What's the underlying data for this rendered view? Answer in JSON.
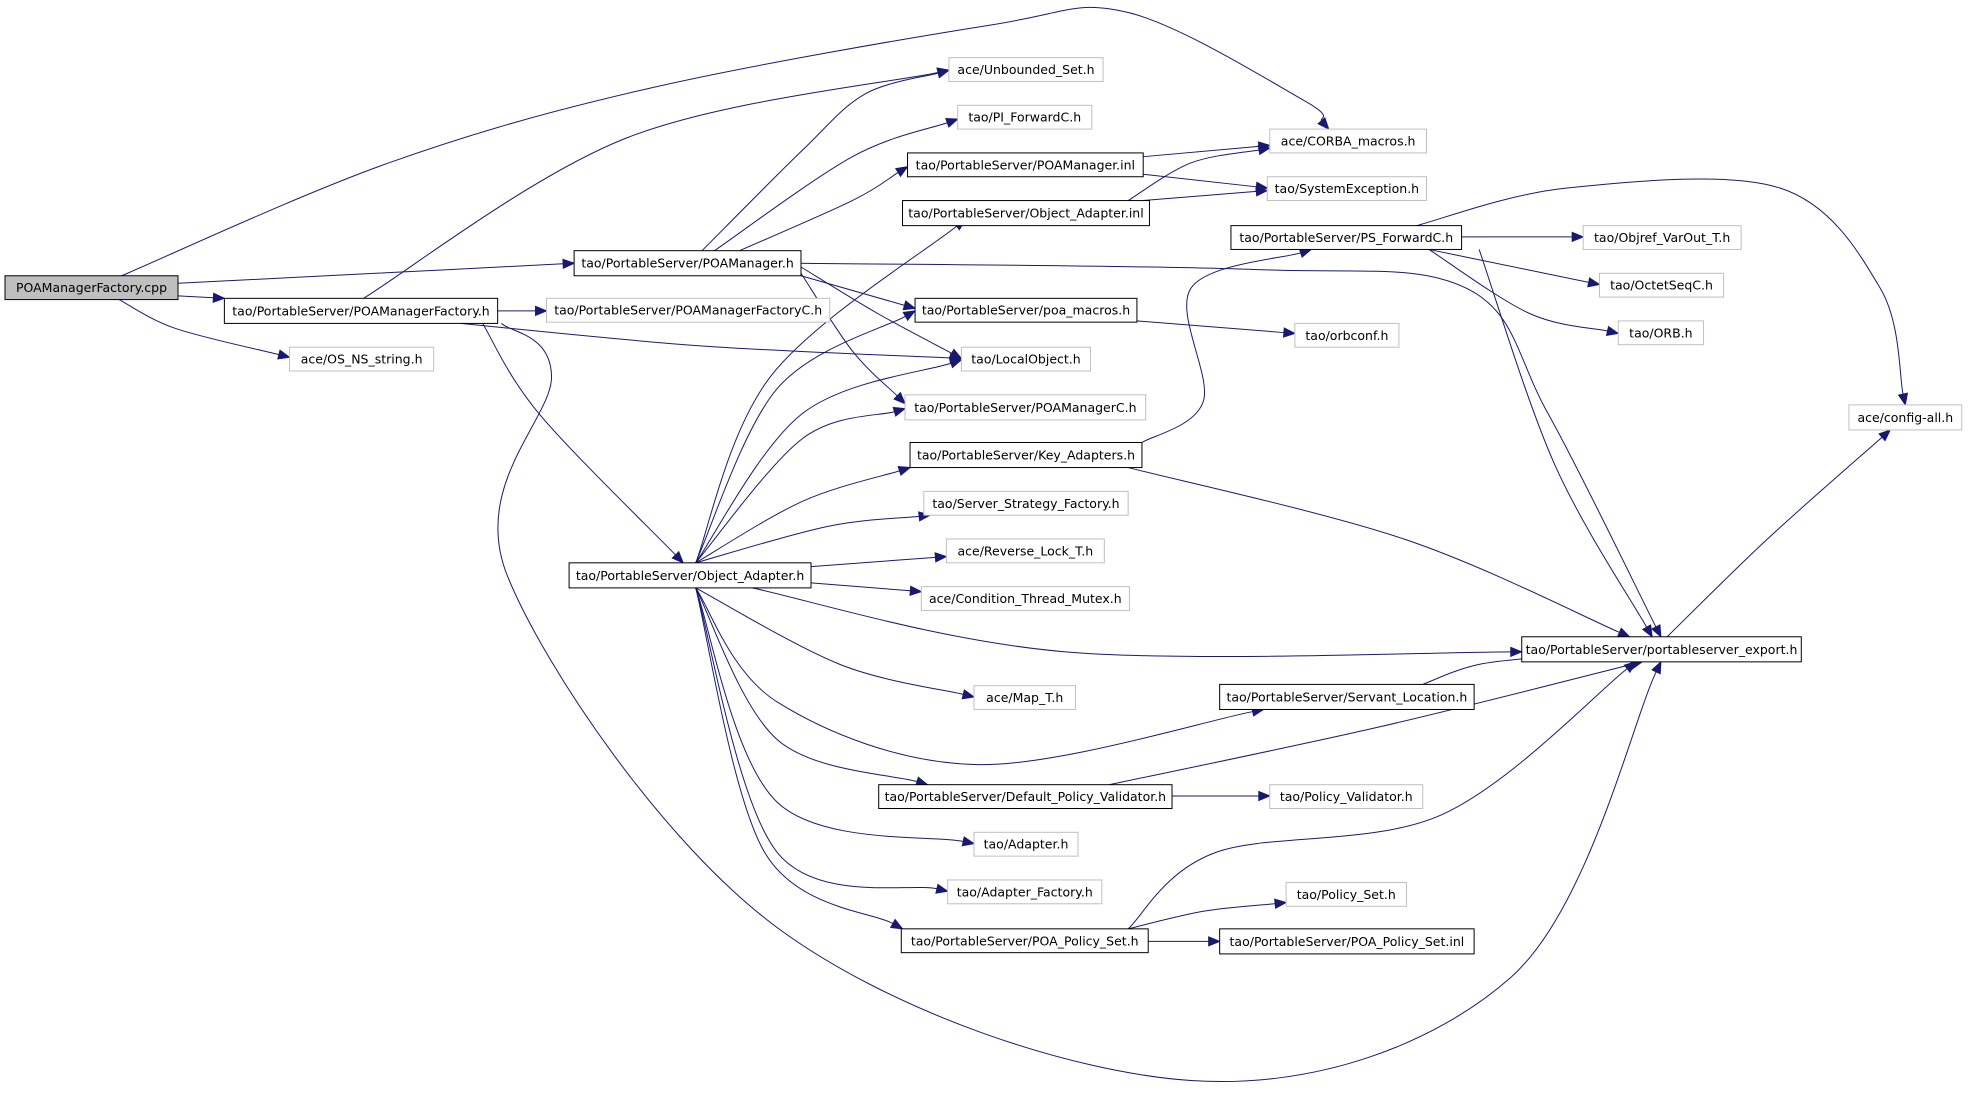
{
  "colors": {
    "edge": "#191970",
    "root_fill": "#bfbfbf",
    "node_fill": "#ffffff",
    "documented_border": "#000000",
    "external_border": "#bfbfbf"
  },
  "nodes": [
    {
      "id": "root",
      "label": "POAManagerFactory.cpp",
      "style": "root"
    },
    {
      "id": "poamf",
      "label": "tao/PortableServer/POAManagerFactory.h",
      "style": "documented"
    },
    {
      "id": "osns",
      "label": "ace/OS_NS_string.h",
      "style": "external"
    },
    {
      "id": "poamfc",
      "label": "tao/PortableServer/POAManagerFactoryC.h",
      "style": "external"
    },
    {
      "id": "poam",
      "label": "tao/PortableServer/POAManager.h",
      "style": "documented"
    },
    {
      "id": "unb",
      "label": "ace/Unbounded_Set.h",
      "style": "external"
    },
    {
      "id": "pifw",
      "label": "tao/PI_ForwardC.h",
      "style": "external"
    },
    {
      "id": "poaminl",
      "label": "tao/PortableServer/POAManager.inl",
      "style": "documented"
    },
    {
      "id": "oainl",
      "label": "tao/PortableServer/Object_Adapter.inl",
      "style": "documented"
    },
    {
      "id": "corba",
      "label": "ace/CORBA_macros.h",
      "style": "external"
    },
    {
      "id": "sysex",
      "label": "tao/SystemException.h",
      "style": "external"
    },
    {
      "id": "psfw",
      "label": "tao/PortableServer/PS_ForwardC.h",
      "style": "documented"
    },
    {
      "id": "objref",
      "label": "tao/Objref_VarOut_T.h",
      "style": "external"
    },
    {
      "id": "octet",
      "label": "tao/OctetSeqC.h",
      "style": "external"
    },
    {
      "id": "orb",
      "label": "tao/ORB.h",
      "style": "external"
    },
    {
      "id": "configall",
      "label": "ace/config-all.h",
      "style": "external"
    },
    {
      "id": "poamac",
      "label": "tao/PortableServer/poa_macros.h",
      "style": "documented"
    },
    {
      "id": "orbconf",
      "label": "tao/orbconf.h",
      "style": "external"
    },
    {
      "id": "localobj",
      "label": "tao/LocalObject.h",
      "style": "external"
    },
    {
      "id": "poamc",
      "label": "tao/PortableServer/POAManagerC.h",
      "style": "external"
    },
    {
      "id": "keyad",
      "label": "tao/PortableServer/Key_Adapters.h",
      "style": "documented"
    },
    {
      "id": "ssf",
      "label": "tao/Server_Strategy_Factory.h",
      "style": "external"
    },
    {
      "id": "oa",
      "label": "tao/PortableServer/Object_Adapter.h",
      "style": "documented"
    },
    {
      "id": "revlock",
      "label": "ace/Reverse_Lock_T.h",
      "style": "external"
    },
    {
      "id": "condmutex",
      "label": "ace/Condition_Thread_Mutex.h",
      "style": "external"
    },
    {
      "id": "psexport",
      "label": "tao/PortableServer/portableserver_export.h",
      "style": "documented"
    },
    {
      "id": "mapt",
      "label": "ace/Map_T.h",
      "style": "external"
    },
    {
      "id": "servloc",
      "label": "tao/PortableServer/Servant_Location.h",
      "style": "documented"
    },
    {
      "id": "dpv",
      "label": "tao/PortableServer/Default_Policy_Validator.h",
      "style": "documented"
    },
    {
      "id": "polval",
      "label": "tao/Policy_Validator.h",
      "style": "external"
    },
    {
      "id": "adapter",
      "label": "tao/Adapter.h",
      "style": "external"
    },
    {
      "id": "adfact",
      "label": "tao/Adapter_Factory.h",
      "style": "external"
    },
    {
      "id": "polset",
      "label": "tao/Policy_Set.h",
      "style": "external"
    },
    {
      "id": "poaps",
      "label": "tao/PortableServer/POA_Policy_Set.h",
      "style": "documented"
    },
    {
      "id": "poapsinl",
      "label": "tao/PortableServer/POA_Policy_Set.inl",
      "style": "documented"
    }
  ],
  "edges": [
    {
      "from": "root",
      "to": "corba"
    },
    {
      "from": "root",
      "to": "poam"
    },
    {
      "from": "root",
      "to": "poamf"
    },
    {
      "from": "root",
      "to": "osns"
    },
    {
      "from": "poamf",
      "to": "unb"
    },
    {
      "from": "poamf",
      "to": "poamfc"
    },
    {
      "from": "poamf",
      "to": "localobj"
    },
    {
      "from": "poamf",
      "to": "oa"
    },
    {
      "from": "poamf",
      "to": "psexport"
    },
    {
      "from": "poam",
      "to": "unb"
    },
    {
      "from": "poam",
      "to": "pifw"
    },
    {
      "from": "poam",
      "to": "poaminl"
    },
    {
      "from": "poam",
      "to": "poamac"
    },
    {
      "from": "poam",
      "to": "localobj"
    },
    {
      "from": "poam",
      "to": "poamc"
    },
    {
      "from": "poam",
      "to": "psexport"
    },
    {
      "from": "poaminl",
      "to": "corba"
    },
    {
      "from": "poaminl",
      "to": "sysex"
    },
    {
      "from": "oainl",
      "to": "corba"
    },
    {
      "from": "oainl",
      "to": "sysex"
    },
    {
      "from": "psfw",
      "to": "configall"
    },
    {
      "from": "psfw",
      "to": "objref"
    },
    {
      "from": "psfw",
      "to": "octet"
    },
    {
      "from": "psfw",
      "to": "orb"
    },
    {
      "from": "psfw",
      "to": "psexport"
    },
    {
      "from": "poamac",
      "to": "orbconf"
    },
    {
      "from": "keyad",
      "to": "psfw"
    },
    {
      "from": "keyad",
      "to": "psexport"
    },
    {
      "from": "oa",
      "to": "oainl"
    },
    {
      "from": "oa",
      "to": "poamac"
    },
    {
      "from": "oa",
      "to": "localobj"
    },
    {
      "from": "oa",
      "to": "poamc"
    },
    {
      "from": "oa",
      "to": "keyad"
    },
    {
      "from": "oa",
      "to": "ssf"
    },
    {
      "from": "oa",
      "to": "revlock"
    },
    {
      "from": "oa",
      "to": "condmutex"
    },
    {
      "from": "oa",
      "to": "psexport"
    },
    {
      "from": "oa",
      "to": "mapt"
    },
    {
      "from": "oa",
      "to": "servloc"
    },
    {
      "from": "oa",
      "to": "dpv"
    },
    {
      "from": "oa",
      "to": "adapter"
    },
    {
      "from": "oa",
      "to": "adfact"
    },
    {
      "from": "oa",
      "to": "poaps"
    },
    {
      "from": "servloc",
      "to": "psexport"
    },
    {
      "from": "dpv",
      "to": "polval"
    },
    {
      "from": "dpv",
      "to": "psexport"
    },
    {
      "from": "poaps",
      "to": "polset"
    },
    {
      "from": "poaps",
      "to": "poapsinl"
    },
    {
      "from": "poaps",
      "to": "psexport"
    },
    {
      "from": "psexport",
      "to": "configall"
    }
  ]
}
